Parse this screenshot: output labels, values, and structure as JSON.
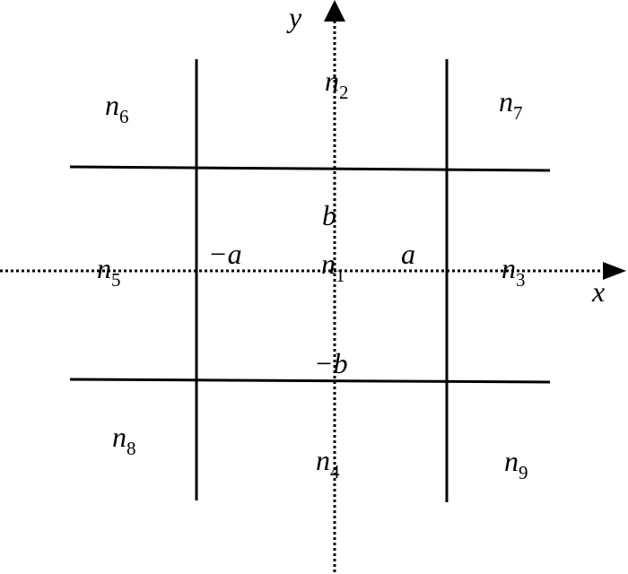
{
  "axes": {
    "x_label": "x",
    "y_label": "y"
  },
  "bounds": {
    "neg_a": "−a",
    "pos_a": "a",
    "pos_b": "b",
    "neg_b": "−b"
  },
  "regions": [
    {
      "id": "n1",
      "base": "n",
      "sub": "1"
    },
    {
      "id": "n2",
      "base": "n",
      "sub": "2"
    },
    {
      "id": "n3",
      "base": "n",
      "sub": "3"
    },
    {
      "id": "n4",
      "base": "n",
      "sub": "4"
    },
    {
      "id": "n5",
      "base": "n",
      "sub": "5"
    },
    {
      "id": "n6",
      "base": "n",
      "sub": "6"
    },
    {
      "id": "n7",
      "base": "n",
      "sub": "7"
    },
    {
      "id": "n8",
      "base": "n",
      "sub": "8"
    },
    {
      "id": "n9",
      "base": "n",
      "sub": "9"
    }
  ]
}
